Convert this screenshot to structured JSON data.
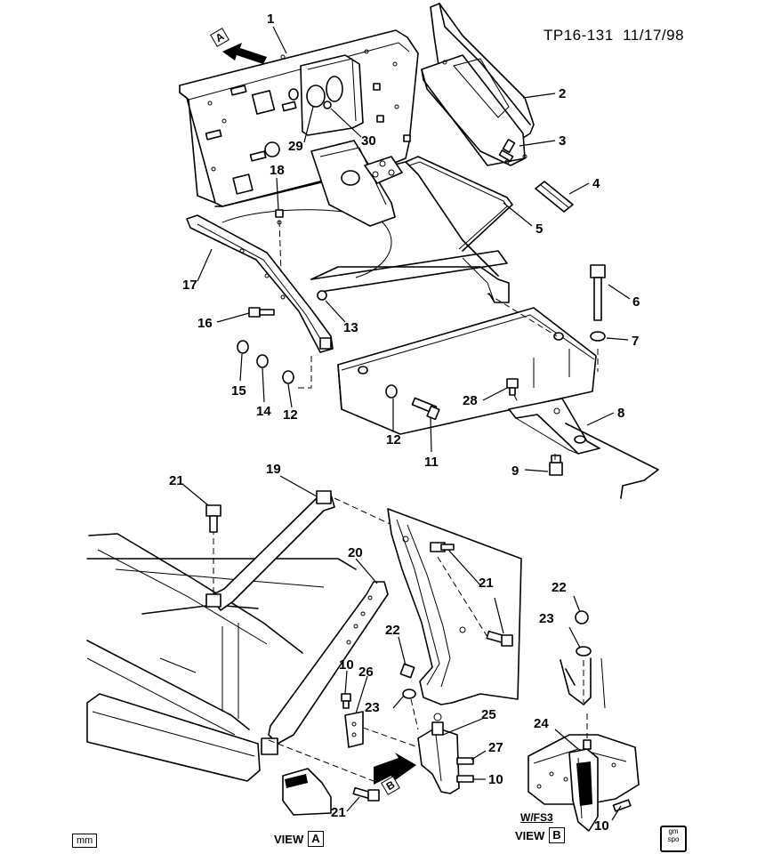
{
  "header": {
    "code": "TP16-131",
    "date": "11/17/98"
  },
  "view_marker_a": "A",
  "view_marker_b": "B",
  "view_a_label": "VIEW",
  "view_a_letter": "A",
  "view_b_label": "VIEW",
  "view_b_letter": "B",
  "wfs3": "W/FS3",
  "mm_label": "mm",
  "gm_label": {
    "line1": "gm",
    "line2": "spo"
  },
  "callouts": {
    "c1": "1",
    "c2": "2",
    "c3": "3",
    "c4": "4",
    "c5": "5",
    "c6": "6",
    "c7": "7",
    "c8": "8",
    "c9": "9",
    "c11": "11",
    "c12a": "12",
    "c12b": "12",
    "c13": "13",
    "c14": "14",
    "c15": "15",
    "c16": "16",
    "c17": "17",
    "c18": "18",
    "c28": "28",
    "c29": "29",
    "c30": "30",
    "c19": "19",
    "c20": "20",
    "c21a": "21",
    "c21b": "21",
    "c21c": "21",
    "c22a": "22",
    "c22b": "22",
    "c23a": "23",
    "c23b": "23",
    "c24": "24",
    "c25": "25",
    "c26": "26",
    "c27": "27",
    "c10a": "10",
    "c10b": "10",
    "c10c": "10"
  }
}
